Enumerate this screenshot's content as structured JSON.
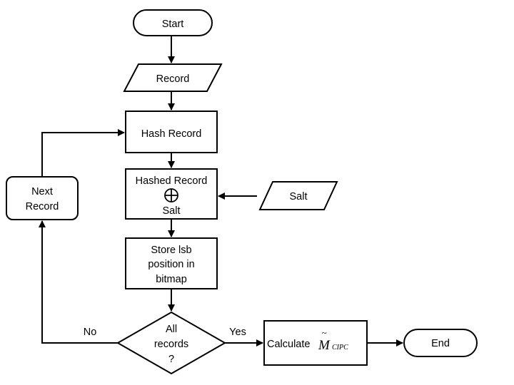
{
  "nodes": {
    "start": "Start",
    "record": "Record",
    "hash_record": "Hash Record",
    "hashed_record": {
      "line1": "Hashed Record",
      "line2": "Salt"
    },
    "salt": "Salt",
    "store": {
      "line1": "Store lsb",
      "line2": "position in",
      "line3": "bitmap"
    },
    "decision": {
      "line1": "All",
      "line2": "records",
      "line3": "?"
    },
    "calculate": {
      "prefix": "Calculate",
      "symbol": "M",
      "tilde": "~",
      "subscript": "CIPC"
    },
    "end": "End",
    "next_record": {
      "line1": "Next",
      "line2": "Record"
    }
  },
  "edges": {
    "no_label": "No",
    "yes_label": "Yes"
  },
  "colors": {
    "stroke": "#000000",
    "fill": "#ffffff"
  }
}
